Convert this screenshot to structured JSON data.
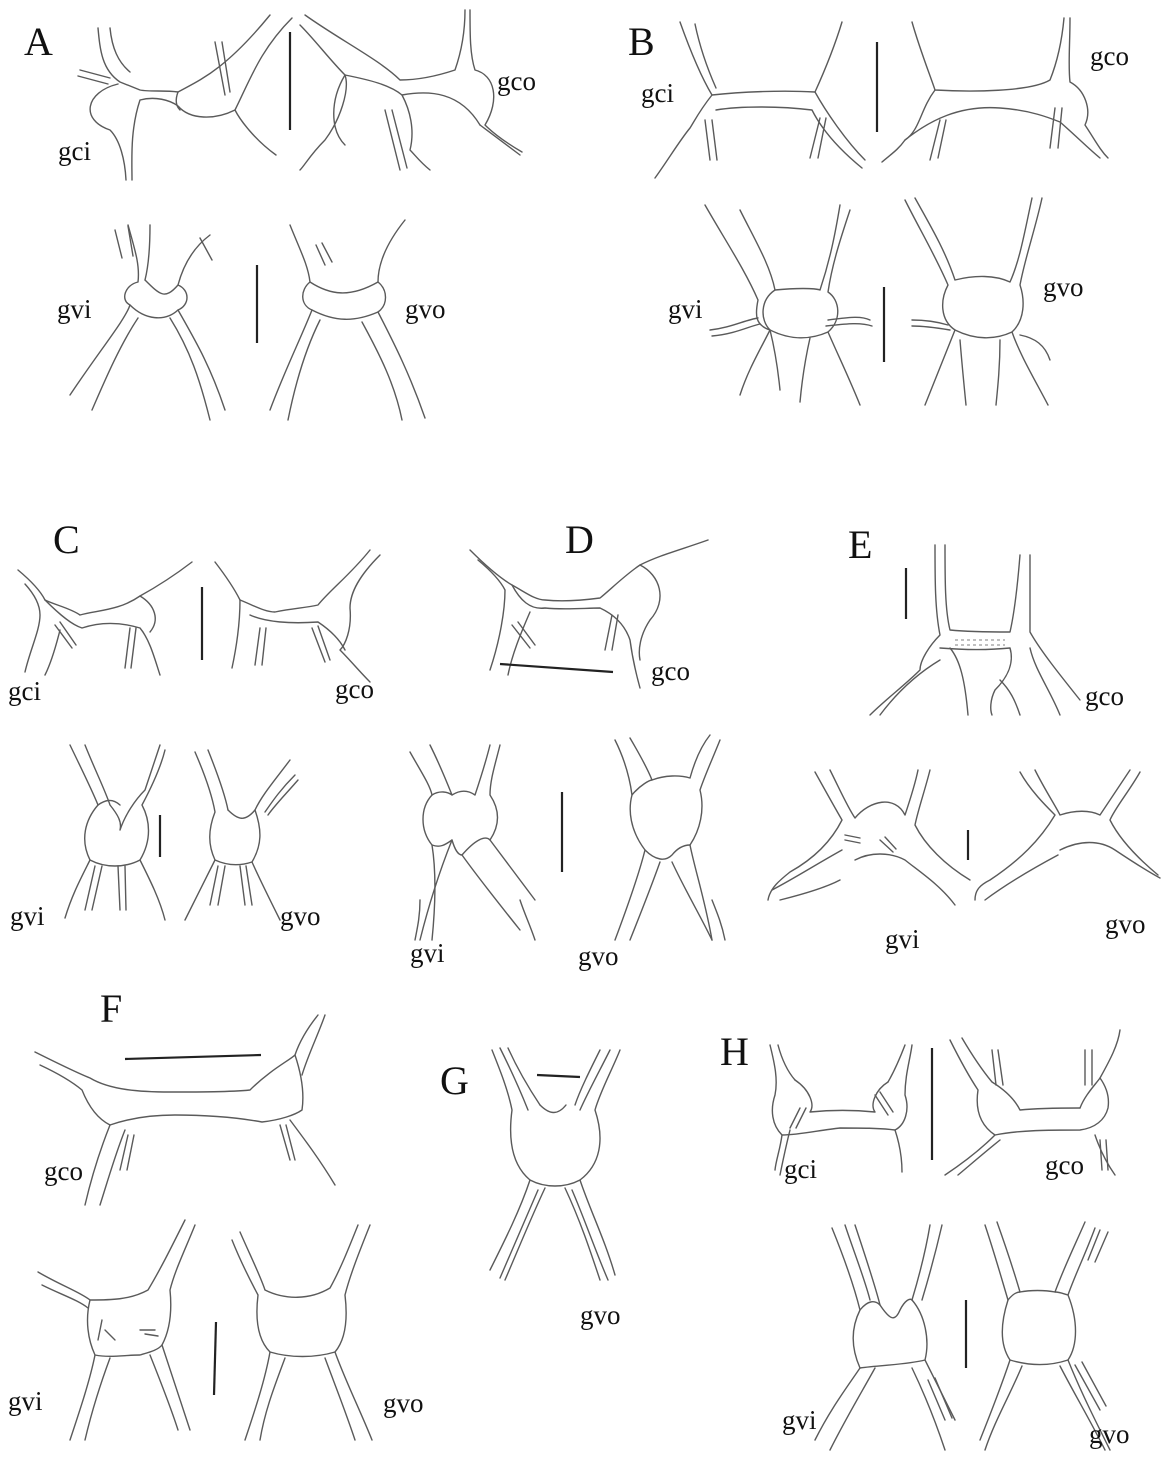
{
  "panels": {
    "A": {
      "letter": "A",
      "labels": {
        "gci": "gci",
        "gco": "gco",
        "gvi": "gvi",
        "gvo": "gvo"
      }
    },
    "B": {
      "letter": "B",
      "labels": {
        "gci": "gci",
        "gco": "gco",
        "gvi": "gvi",
        "gvo": "gvo"
      }
    },
    "C": {
      "letter": "C",
      "labels": {
        "gci": "gci",
        "gco": "gco",
        "gvi": "gvi",
        "gvo": "gvo"
      }
    },
    "D": {
      "letter": "D",
      "labels": {
        "gco": "gco",
        "gvi": "gvi",
        "gvo": "gvo"
      }
    },
    "E": {
      "letter": "E",
      "labels": {
        "gco": "gco",
        "gvi": "gvi",
        "gvo": "gvo"
      }
    },
    "F": {
      "letter": "F",
      "labels": {
        "gco": "gco",
        "gvi": "gvi",
        "gvo": "gvo"
      }
    },
    "G": {
      "letter": "G",
      "labels": {
        "gvo": "gvo"
      }
    },
    "H": {
      "letter": "H",
      "labels": {
        "gci": "gci",
        "gco": "gco",
        "gvi": "gvi",
        "gvo": "gvo"
      }
    }
  },
  "colors": {
    "line": "#5a5a5a",
    "scale_bar": "#222222",
    "text": "#111111"
  }
}
